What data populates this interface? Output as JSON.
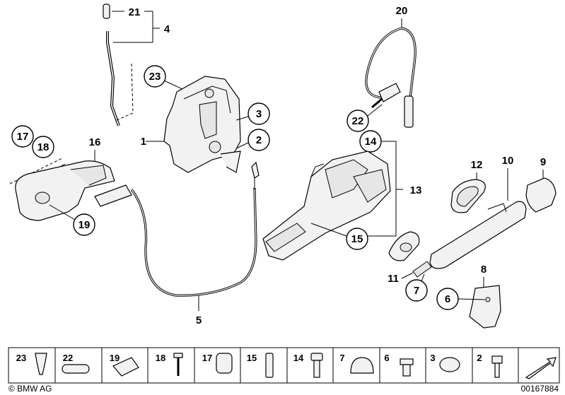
{
  "callouts": {
    "c1": "1",
    "c2": "2",
    "c3": "3",
    "c4": "4",
    "c5": "5",
    "c6": "6",
    "c7": "7",
    "c8": "8",
    "c9": "9",
    "c10": "10",
    "c11": "11",
    "c12": "12",
    "c13": "13",
    "c14": "14",
    "c15": "15",
    "c16": "16",
    "c17": "17",
    "c18": "18",
    "c19": "19",
    "c20": "20",
    "c21": "21",
    "c22": "22",
    "c23": "23"
  },
  "legend_strip": [
    "23",
    "22",
    "19",
    "18",
    "17",
    "15",
    "14",
    "7",
    "6",
    "3",
    "2"
  ],
  "footer": {
    "brand": "© BMW AG",
    "code": "00167884"
  }
}
